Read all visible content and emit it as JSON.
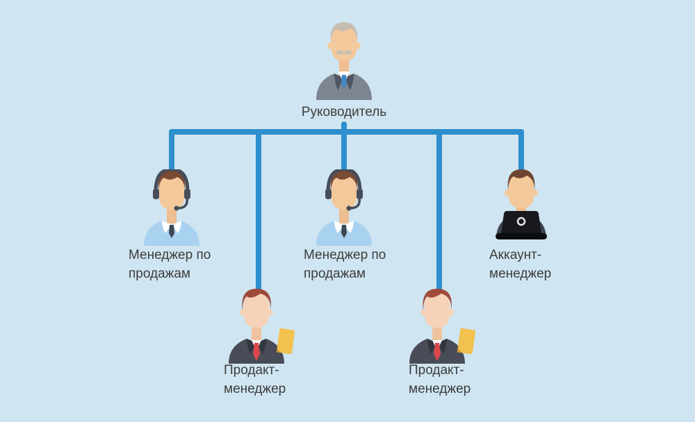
{
  "colors": {
    "background": "#cfe5f1",
    "connector": "#2e8fcd",
    "text": "#3c3c3c"
  },
  "org_chart": {
    "root": {
      "id": "director",
      "label": "Руководитель",
      "icon": "businessman-mustache-icon"
    },
    "children": [
      {
        "id": "sales-manager-1",
        "label": "Менеджер по продажам",
        "label_lines": [
          "Менеджер по",
          "продажам"
        ],
        "icon": "call-center-agent-headset-icon"
      },
      {
        "id": "product-manager-1",
        "label": "Продакт-менеджер",
        "label_lines": [
          "Продакт-",
          "менеджер"
        ],
        "icon": "businessman-red-tie-document-icon"
      },
      {
        "id": "sales-manager-2",
        "label": "Менеджер по продажам",
        "label_lines": [
          "Менеджер по",
          "продажам"
        ],
        "icon": "call-center-agent-headset-icon"
      },
      {
        "id": "product-manager-2",
        "label": "Продакт-менеджер",
        "label_lines": [
          "Продакт-",
          "менеджер"
        ],
        "icon": "businessman-red-tie-document-icon"
      },
      {
        "id": "account-manager",
        "label": "Аккаунт-менеджер",
        "label_lines": [
          "Аккаунт-",
          "менеджер"
        ],
        "icon": "person-with-laptop-icon"
      }
    ]
  }
}
